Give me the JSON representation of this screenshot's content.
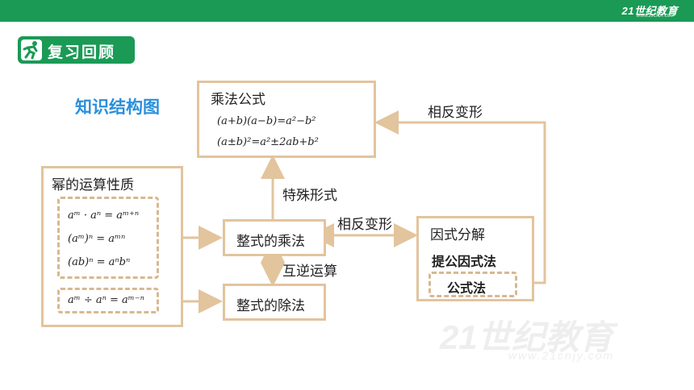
{
  "header": {
    "brand": "21世纪教育",
    "brand_sub": "WWW.21CNJY.COM"
  },
  "badge": {
    "title": "复习回顾"
  },
  "heading": "知识结构图",
  "boxes": {
    "mult_formula": {
      "title": "乘法公式",
      "f1": "(a+b)(a−b)=a²−b²",
      "f2": "(a±b)²=a²±2ab+b²"
    },
    "power_props": {
      "title": "幂的运算性质",
      "f1": "aᵐ · aⁿ = aᵐ⁺ⁿ",
      "f2": "(aᵐ)ⁿ = aᵐⁿ",
      "f3": "(ab)ⁿ = aⁿbⁿ",
      "f4": "aᵐ ÷ aⁿ = aᵐ⁻ⁿ"
    },
    "poly_mult": {
      "label": "整式的乘法"
    },
    "poly_div": {
      "label": "整式的除法"
    },
    "factor": {
      "title": "因式分解",
      "item1": "提公因式法",
      "item2": "公式法"
    }
  },
  "edge_labels": {
    "special_form": "特殊形式",
    "inverse1": "相反变形",
    "inverse_top": "相反变形",
    "mutual_inverse": "互逆运算"
  },
  "colors": {
    "green": "#1a9a55",
    "box_border": "#e2c49d",
    "heading_blue": "#2a8fdc"
  },
  "watermark": {
    "text": "21世纪教育",
    "sub": "www.21cnjy.com"
  }
}
